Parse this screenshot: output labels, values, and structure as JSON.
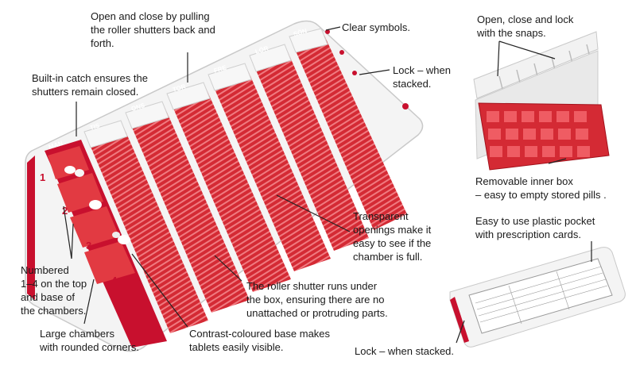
{
  "colors": {
    "accent": "#d81e2c",
    "accent_dark": "#a3121c",
    "shell": "#f3f3f3",
    "line": "#222222"
  },
  "callouts": {
    "open_close_roller": "Open and close by pulling\nthe roller shutters back and\nforth.",
    "clear_symbols": "Clear symbols.",
    "lock_stacked_top": "Lock – when\nstacked.",
    "builtin_catch": "Built-in catch ensures the\nshutters remain closed.",
    "snaps": "Open, close and lock\nwith the snaps.",
    "inner_box": "Removable inner box\n– easy to empty stored pills .",
    "transparent": "Transparent\nopenings make it\neasy to see if the\nchamber is full.",
    "pocket": "Easy to use plastic pocket\nwith prescription cards.",
    "numbered": "Numbered\n1–4 on the top\nand base of\nthe chambers.",
    "roller_runs": "The roller shutter runs under\nthe box, ensuring there are no\nunattached or protruding parts.",
    "large_chambers": "Large chambers\nwith rounded corners.",
    "contrast_base": "Contrast-coloured base makes\ntablets easily visible.",
    "lock_stacked_bottom": "Lock – when stacked."
  },
  "day_labels": [
    "MAN",
    "TIS",
    "ONS",
    "TOR",
    "FRE",
    "LÖR",
    "SÖN"
  ],
  "chamber_numbers": [
    "1",
    "2",
    "3",
    "4"
  ]
}
